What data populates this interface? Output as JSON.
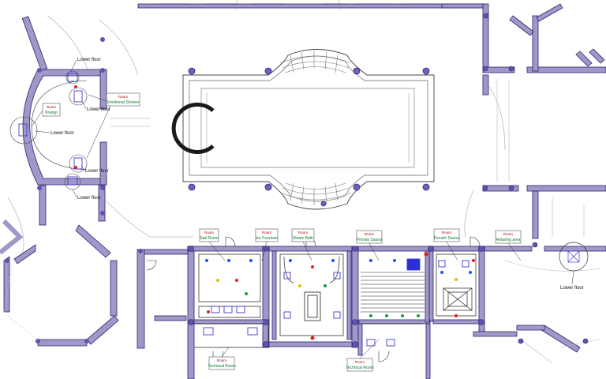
{
  "colors": {
    "wall_fill": "#9f98c8",
    "wall_stroke": "#2b2470",
    "outline": "#3a3a3a",
    "light_line": "#b8b8b8",
    "column": "#5b55b3",
    "equipment": "#3b3bd6",
    "tag_title": "#b00000",
    "tag_name": "#0a7a2a",
    "dot_red": "#e02020",
    "dot_yellow": "#e0c000",
    "dot_green": "#10a040",
    "dot_blue": "#1c54ff"
  },
  "floor_labels": [
    "Lower floor",
    "Lower floor",
    "Lower floor",
    "Lower floor",
    "Lower floor",
    "Lower floor"
  ],
  "room_tags": [
    {
      "title": "Room",
      "name": "Kneipp"
    },
    {
      "title": "Room",
      "name": "Emotional Shower"
    },
    {
      "title": "Room",
      "name": "Salt Room"
    },
    {
      "title": "Room",
      "name": "Ice Fountain"
    },
    {
      "title": "Room",
      "name": "Steam Bath"
    },
    {
      "title": "Room",
      "name": "Finnish Sauna"
    },
    {
      "title": "Room",
      "name": "Finnish Sauna"
    },
    {
      "title": "Room",
      "name": "Relaxing area"
    },
    {
      "title": "Room",
      "name": "Technical Room"
    },
    {
      "title": "Room",
      "name": "Technical Room"
    }
  ]
}
